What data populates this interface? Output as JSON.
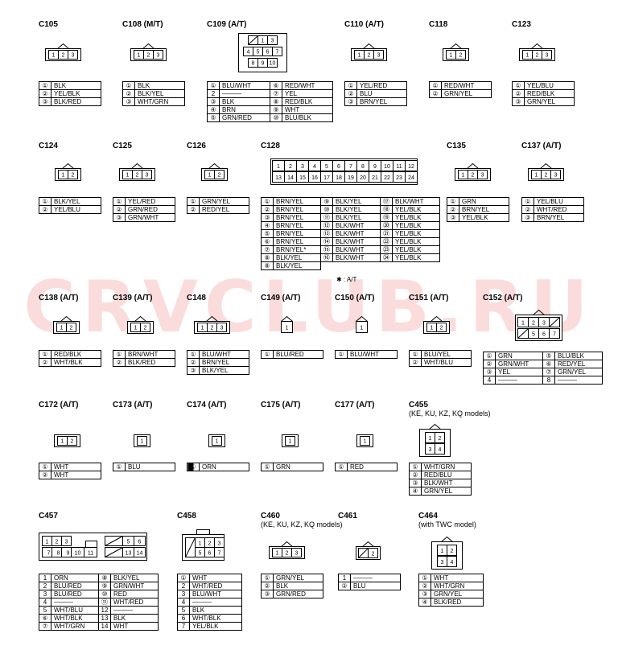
{
  "watermark": "CRVCLUB.RU",
  "note": "✱ : A/T",
  "connectors": [
    {
      "id": "c105",
      "title": "C105",
      "shape": "row",
      "pins": [
        "1",
        "2",
        "3"
      ],
      "rows": [
        [
          "①",
          "BLK"
        ],
        [
          "②",
          "YEL/BLK"
        ],
        [
          "③",
          "BLK/RED"
        ]
      ]
    },
    {
      "id": "c108",
      "title": "C108 (M/T)",
      "shape": "row",
      "pins": [
        "1",
        "2",
        "3"
      ],
      "rows": [
        [
          "①",
          "BLK"
        ],
        [
          "②",
          "BLK/YEL"
        ],
        [
          "③",
          "WHT/GRN"
        ]
      ]
    },
    {
      "id": "c109",
      "title": "C109 (A/T)",
      "shape": "c109",
      "rows": [
        [
          "①",
          "BLU/WHT",
          "⑥",
          "RED/WHT"
        ],
        [
          "2",
          "———",
          "⑦",
          "YEL"
        ],
        [
          "③",
          "BLK",
          "⑧",
          "RED/BLK"
        ],
        [
          "④",
          "BRN",
          "⑨",
          "WHT"
        ],
        [
          "⑤",
          "GRN/RED",
          "⑩",
          "BLU/BLK"
        ]
      ]
    },
    {
      "id": "c110",
      "title": "C110 (A/T)",
      "shape": "row",
      "pins": [
        "1",
        "2",
        "3"
      ],
      "rows": [
        [
          "①",
          "YEL/RED"
        ],
        [
          "②",
          "BLU"
        ],
        [
          "③",
          "BRN/YEL"
        ]
      ]
    },
    {
      "id": "c118",
      "title": "C118",
      "shape": "row",
      "pins": [
        "1",
        "2"
      ],
      "rows": [
        [
          "①",
          "RED/WHT"
        ],
        [
          "②",
          "GRN/YEL"
        ]
      ]
    },
    {
      "id": "c123",
      "title": "C123",
      "shape": "row",
      "pins": [
        "1",
        "2",
        "3"
      ],
      "rows": [
        [
          "①",
          "YEL/BLU"
        ],
        [
          "②",
          "RED/BLK"
        ],
        [
          "③",
          "GRN/YEL"
        ]
      ]
    },
    {
      "id": "c124",
      "title": "C124",
      "shape": "row",
      "pins": [
        "1",
        "2"
      ],
      "rows": [
        [
          "①",
          "BLK/YEL"
        ],
        [
          "②",
          "YEL/BLU"
        ]
      ]
    },
    {
      "id": "c125",
      "title": "C125",
      "shape": "row",
      "pins": [
        "1",
        "2",
        "3"
      ],
      "rows": [
        [
          "①",
          "YEL/RED"
        ],
        [
          "②",
          "GRN/RED"
        ],
        [
          "③",
          "GRN/WHT"
        ]
      ]
    },
    {
      "id": "c126",
      "title": "C126",
      "shape": "row",
      "pins": [
        "1",
        "2"
      ],
      "rows": [
        [
          "①",
          "GRN/YEL"
        ],
        [
          "②",
          "RED/YEL"
        ]
      ]
    },
    {
      "id": "c128",
      "title": "C128",
      "shape": "c128",
      "rows": [
        [
          "①",
          "BRN/YEL",
          "⑨",
          "BLK/YEL",
          "⑰",
          "BLK/WHT"
        ],
        [
          "②",
          "BRN/YEL",
          "⑩",
          "BLK/YEL",
          "⑱",
          "YEL/BLK"
        ],
        [
          "③",
          "BRN/YEL",
          "⑪",
          "BLK/YEL",
          "⑲",
          "YEL/BLK"
        ],
        [
          "④",
          "BRN/YEL",
          "⑫",
          "BLK/WHT",
          "⑳",
          "YEL/BLK"
        ],
        [
          "⑤",
          "BRN/YEL",
          "⑬",
          "BLK/WHT",
          "㉑",
          "YEL/BLK"
        ],
        [
          "⑥",
          "BRN/YEL",
          "⑭",
          "BLK/WHT",
          "㉒",
          "YEL/BLK"
        ],
        [
          "⑦",
          "BRN/YEL*",
          "⑮",
          "BLK/WHT",
          "㉓",
          "YEL/BLK"
        ],
        [
          "⑧",
          "BLK/YEL",
          "⑯",
          "BLK/WHT",
          "㉔",
          "YEL/BLK"
        ],
        [
          "⑧",
          "BLK/YEL",
          "",
          "",
          " ",
          ""
        ]
      ]
    },
    {
      "id": "c135",
      "title": "C135",
      "shape": "row",
      "pins": [
        "1",
        "2",
        "3"
      ],
      "rows": [
        [
          "①",
          "GRN"
        ],
        [
          "②",
          "BRN/YEL"
        ],
        [
          "③",
          "YEL/BLK"
        ]
      ]
    },
    {
      "id": "c137",
      "title": "C137 (A/T)",
      "shape": "row",
      "pins": [
        "1",
        "2",
        "3"
      ],
      "rows": [
        [
          "①",
          "YEL/BLU"
        ],
        [
          "②",
          "WHT/RED"
        ],
        [
          "③",
          "BRN/YEL"
        ]
      ]
    },
    {
      "id": "c138",
      "title": "C138 (A/T)",
      "shape": "row",
      "pins": [
        "1",
        "2"
      ],
      "rows": [
        [
          "①",
          "RED/BLK"
        ],
        [
          "②",
          "WHT/BLK"
        ]
      ]
    },
    {
      "id": "c139",
      "title": "C139 (A/T)",
      "shape": "row",
      "pins": [
        "1",
        "2"
      ],
      "rows": [
        [
          "①",
          "BRN/WHT"
        ],
        [
          "②",
          "BLK/RED"
        ]
      ]
    },
    {
      "id": "c148",
      "title": "C148",
      "shape": "row",
      "pins": [
        "1",
        "2",
        "3"
      ],
      "rows": [
        [
          "①",
          "BLU/WHT"
        ],
        [
          "②",
          "BRN/YEL"
        ],
        [
          "③",
          "BLK/YEL"
        ]
      ]
    },
    {
      "id": "c149",
      "title": "C149 (A/T)",
      "shape": "single",
      "pins": [
        "1"
      ],
      "rows": [
        [
          "①",
          "BLU/RED"
        ]
      ]
    },
    {
      "id": "c150",
      "title": "C150 (A/T)",
      "shape": "single",
      "pins": [
        "1"
      ],
      "rows": [
        [
          "①",
          "BLU/WHT"
        ]
      ]
    },
    {
      "id": "c151",
      "title": "C151 (A/T)",
      "shape": "row",
      "pins": [
        "1",
        "2"
      ],
      "rows": [
        [
          "①",
          "BLU/YEL"
        ],
        [
          "②",
          "WHT/BLU"
        ]
      ]
    },
    {
      "id": "c152",
      "title": "C152 (A/T)",
      "shape": "c152",
      "rows": [
        [
          "①",
          "GRN",
          "⑤",
          "BLU/BLK"
        ],
        [
          "②",
          "GRN/WHT",
          "⑥",
          "RED/YEL"
        ],
        [
          "③",
          "YEL",
          "⑦",
          "GRN/YEL"
        ],
        [
          "4",
          "———",
          "8",
          "———"
        ]
      ]
    },
    {
      "id": "c172",
      "title": "C172 (A/T)",
      "shape": "flat",
      "pins": [
        "1",
        "2"
      ],
      "rows": [
        [
          "①",
          "WHT"
        ],
        [
          "②",
          "WHT"
        ]
      ]
    },
    {
      "id": "c173",
      "title": "C173 (A/T)",
      "shape": "flat",
      "pins": [
        "1"
      ],
      "rows": [
        [
          "①",
          "BLU"
        ]
      ]
    },
    {
      "id": "c174",
      "title": "C174 (A/T)",
      "shape": "flat",
      "pins": [
        "1"
      ],
      "rows": [
        [
          "①",
          "ORN"
        ]
      ]
    },
    {
      "id": "c175",
      "title": "C175 (A/T)",
      "shape": "flat",
      "pins": [
        "1"
      ],
      "rows": [
        [
          "①",
          "GRN"
        ]
      ]
    },
    {
      "id": "c177",
      "title": "C177 (A/T)",
      "shape": "flat",
      "pins": [
        "1"
      ],
      "rows": [
        [
          "①",
          "RED"
        ]
      ]
    },
    {
      "id": "c455",
      "title": "C455",
      "subtitle": "(KE, KU, KZ, KQ models)",
      "shape": "square",
      "rows": [
        [
          "①",
          "WHT/GRN"
        ],
        [
          "②",
          "RED/BLU"
        ],
        [
          "③",
          "BLK/WHT"
        ],
        [
          "④",
          "GRN/YEL"
        ]
      ]
    },
    {
      "id": "c457",
      "title": "C457",
      "shape": "c457",
      "rows": [
        [
          "1",
          "ORN",
          "⑧",
          "BLK/YEL"
        ],
        [
          "2",
          "BLU/RED",
          "⑨",
          "GRN/WHT"
        ],
        [
          "3",
          "BLU/RED",
          "⑩",
          "RED"
        ],
        [
          "4",
          "———",
          "⑪",
          "WHT/RED"
        ],
        [
          "5",
          "WHT/BLU",
          "12",
          "———"
        ],
        [
          "⑥",
          "WHT/BLK",
          "13",
          "BLK"
        ],
        [
          "⑦",
          "WHT/GRN",
          "14",
          "WHT"
        ]
      ]
    },
    {
      "id": "c458",
      "title": "C458",
      "shape": "c458",
      "rows": [
        [
          "①",
          "WHT"
        ],
        [
          "2",
          "WHT/RED"
        ],
        [
          "3",
          "BLU/WHT"
        ],
        [
          "4",
          "———"
        ],
        [
          "5",
          "BLK"
        ],
        [
          "6",
          "WHT/BLK"
        ],
        [
          "7",
          "YEL/BLK"
        ]
      ]
    },
    {
      "id": "c460",
      "title": "C460",
      "subtitle": "(KE, KU, KZ, KQ models)",
      "shape": "row",
      "pins": [
        "1",
        "2",
        "3"
      ],
      "rows": [
        [
          "①",
          "GRN/YEL"
        ],
        [
          "②",
          "BLK"
        ],
        [
          "③",
          "GRN/RED"
        ]
      ]
    },
    {
      "id": "c461",
      "title": "C461",
      "shape": "c461",
      "rows": [
        [
          "1",
          "———"
        ],
        [
          "②",
          "BLU"
        ]
      ]
    },
    {
      "id": "c464",
      "title": "C464",
      "subtitle": "(with TWC model)",
      "shape": "square",
      "rows": [
        [
          "①",
          "WHT"
        ],
        [
          "②",
          "WHT/GRN"
        ],
        [
          "③",
          "GRN/YEL"
        ],
        [
          "④",
          "BLK/RED"
        ]
      ]
    }
  ]
}
